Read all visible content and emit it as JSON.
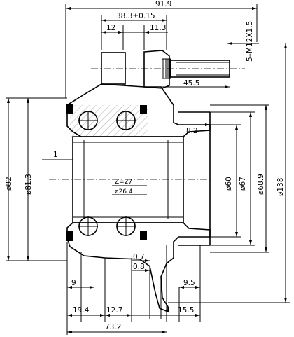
{
  "dimensions": {
    "overall_length": "91.9",
    "bearing_offset": "38.3±0.15",
    "flange_12": "12",
    "flange_11_3": "11.3",
    "stud_thread": "5–M12X1.5",
    "stud_length": "45.5",
    "chamfer_8_2": "8.2",
    "fillet_1": "1",
    "dia_82": "ø82",
    "dia_81_3": "ø81.3",
    "dia_60": "ø60",
    "dia_67": "ø67",
    "dia_68_9": "ø68.9",
    "dia_138": "ø138",
    "spline_teeth": "Z=27",
    "spline_dia": "ø26.4",
    "gap_0_7": "0.7",
    "gap_0_8": "0.8",
    "seal_9": "9",
    "pilot_9_5": "9.5",
    "offset_19_4": "19.4",
    "offset_12_7": "12.7",
    "flange_4": "4",
    "flange_15_5": "15.5",
    "total_73_2": "73.2"
  }
}
